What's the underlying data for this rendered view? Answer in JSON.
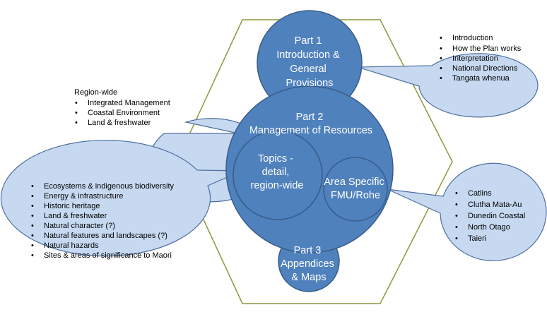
{
  "diagram": {
    "part1": {
      "lines": [
        "Part 1",
        "Introduction &",
        "General",
        "Provisions"
      ]
    },
    "part2": {
      "lines": [
        "Part 2",
        "Management of Resources"
      ]
    },
    "topics": {
      "lines": [
        "Topics -",
        "detail,",
        "region-wide"
      ]
    },
    "area": {
      "lines": [
        "Area Specific",
        "FMU/Rohe"
      ]
    },
    "part3": {
      "lines": [
        "Part 3",
        "Appendices",
        "& Maps"
      ]
    },
    "callout_intro": {
      "items": [
        "Introduction",
        "How the Plan works",
        "Interpretation",
        "National Directions",
        "Tangata whenua"
      ]
    },
    "callout_regionwide": {
      "heading": "Region-wide",
      "items": [
        "Integrated Management",
        "Coastal Environment",
        "Land & freshwater"
      ]
    },
    "callout_topics": {
      "items": [
        "Ecosystems & indigenous biodiversity",
        "Energy & infrastructure",
        "Historic heritage",
        "Land & freshwater",
        "Natural character (?)",
        "Natural features and landscapes (?)",
        "Natural hazards",
        "Sites & areas of significance to Maori"
      ]
    },
    "callout_fmu": {
      "items": [
        "Catlins",
        "Clutha Mata-Au",
        "Dunedin Coastal",
        "North Otago",
        "Taieri"
      ]
    },
    "colors": {
      "hexagon_stroke": "#8a9a3a",
      "circle_fill": "#4f81bd",
      "circle_stroke": "#385d8a",
      "callout_fill": "#c6d9f1",
      "callout_stroke": "#4f6fa0"
    }
  }
}
